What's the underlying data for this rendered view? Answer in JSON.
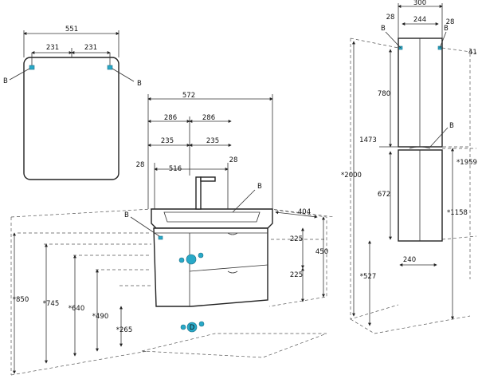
{
  "mirror": {
    "width": "551",
    "half_left": "231",
    "half_right": "231",
    "mount_left": "B",
    "mount_right": "B"
  },
  "vanity": {
    "width": "572",
    "half_left": "286",
    "half_right": "286",
    "offset_left": "235",
    "offset_right": "235",
    "inner_width": "516",
    "edge_left": "28",
    "edge_right": "28",
    "depth": "404",
    "drawer_top": "225",
    "drawer_bottom": "225",
    "height": "450",
    "floor_850": "*850",
    "floor_745": "*745",
    "floor_640": "*640",
    "floor_490": "*490",
    "floor_265": "*265",
    "mount_basin": "B",
    "mount_cabinet": "B",
    "outlet_label": "D",
    "legend_colors": {
      "connection": "#29a9c8"
    }
  },
  "column": {
    "width": "300",
    "inner": "244",
    "edge_left": "28",
    "edge_right": "28",
    "top_section": "780",
    "middle_section": "1473",
    "lower_section": "672",
    "total_height": "*2000",
    "height_1959": "*1959",
    "height_1158": "*1158",
    "base_527": "*527",
    "depth": "240",
    "depth_top": "41",
    "mount_tl": "B",
    "mount_tr": "B",
    "mount_mid": "B"
  }
}
